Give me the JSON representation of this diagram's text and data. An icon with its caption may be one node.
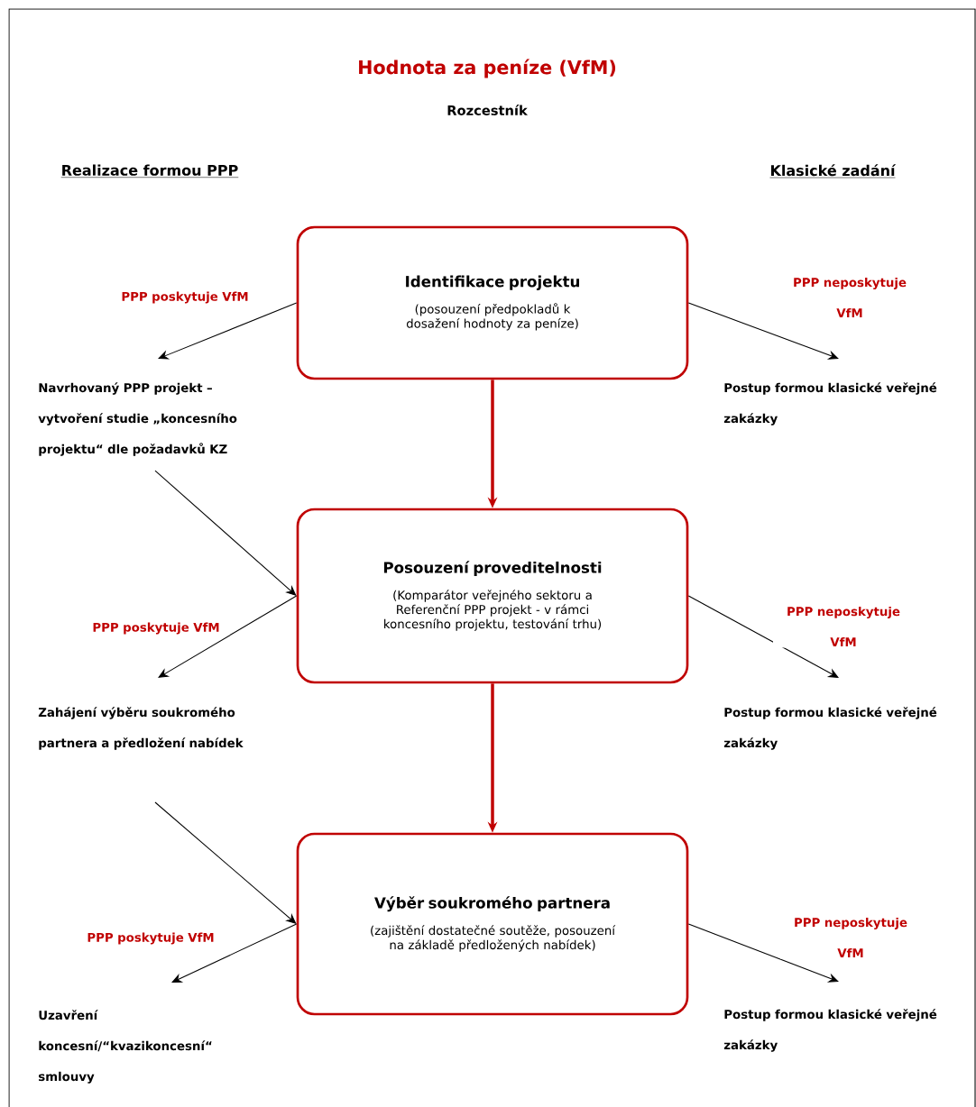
{
  "diagram": {
    "title": "Hodnota za peníze (VfM)",
    "nodes": [
      {
        "text": [
          "Identifikace projektu",
          "(posouzení předpokladů k dosažení hodnoty za peníze)"
        ]
      },
      {
        "text": [
          "Navrhovaný PPP projekt – vytvoření studie „koncesního projektu“ dle požadavků KZ"
        ]
      },
      {
        "text": [
          "Postup formou klasické veřejné zakázky"
        ]
      },
      {
        "text": [
          "Posouzení proveditelnosti",
          "(Komparátor veřejného sektoru a Referenční PPP projekt - v rámci koncesního projektu, testování trhu)"
        ]
      },
      {
        "text": [
          "Zahájení výběru soukromého partnera a předložení nabídek"
        ]
      },
      {
        "text": [
          "Postup formou klasické veřejné zakázky"
        ]
      },
      {
        "text": [
          "Výběr soukromého partnera",
          "(zajištění dostatečné soutěže, posouzení na základě předložených nabídek)"
        ]
      },
      {
        "text": [
          "Uzavření koncesní/“kvazikoncesní“ smlouvy"
        ]
      },
      {
        "text": [
          "Postup formou klasické veřejné zakázky"
        ]
      }
    ],
    "edges": [
      {
        "from": 0,
        "to": 1,
        "arrow": "to",
        "label": "PPP poskytuje VfM"
      },
      {
        "from": 0,
        "to": 2,
        "arrow": "to",
        "label": "PPP neposkytuje VfM"
      },
      {
        "from": 0,
        "to": 3,
        "arrow": "to",
        "style": "thick",
        "color": "#c00000"
      },
      {
        "from": 1,
        "to": 3,
        "arrow": "to"
      },
      {
        "from": 3,
        "to": 4,
        "arrow": "to",
        "label": "PPP poskytuje VfM"
      },
      {
        "from": 3,
        "to": 5,
        "arrow": "to",
        "label": "PPP neposkytuje VfM"
      },
      {
        "from": 3,
        "to": 6,
        "arrow": "to",
        "style": "thick",
        "color": "#c00000"
      },
      {
        "from": 4,
        "to": 6,
        "arrow": "to"
      },
      {
        "from": 6,
        "to": 7,
        "arrow": "to",
        "label": "PPP poskytuje VfM"
      },
      {
        "from": 6,
        "to": 8,
        "arrow": "to",
        "label": "PPP neposkytuje VfM"
      }
    ],
    "labels": [
      "Rozcestník",
      "Realizace formou PPP",
      "Klasické zadání"
    ]
  }
}
